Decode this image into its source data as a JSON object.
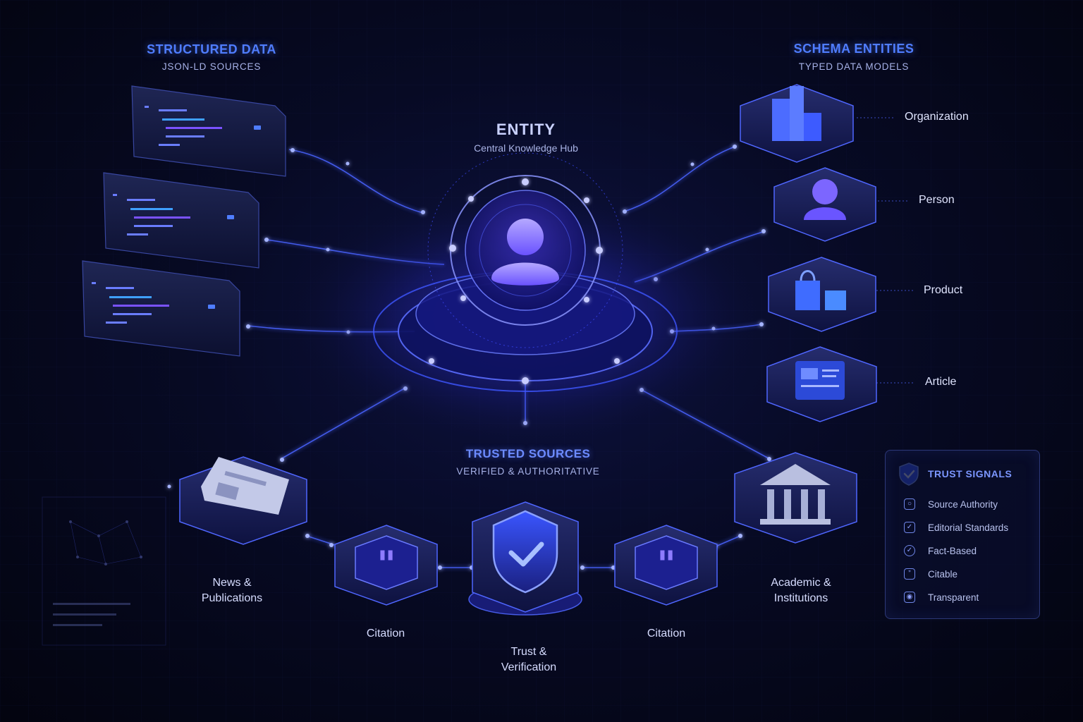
{
  "structured_data": {
    "title": "STRUCTURED DATA",
    "subtitle": "JSON-LD SOURCES"
  },
  "schema_entities": {
    "title": "SCHEMA ENTITIES",
    "subtitle": "TYPED DATA MODELS",
    "items": [
      {
        "label": "Organization",
        "icon": "building-icon"
      },
      {
        "label": "Person",
        "icon": "person-icon"
      },
      {
        "label": "Product",
        "icon": "shopping-bag-icon"
      },
      {
        "label": "Article",
        "icon": "article-icon"
      }
    ]
  },
  "hub": {
    "title": "ENTITY",
    "subtitle": "Central Knowledge Hub",
    "icon": "user-icon"
  },
  "trusted_sources": {
    "title": "TRUSTED SOURCES",
    "subtitle": "VERIFIED & AUTHORITATIVE",
    "nodes": [
      {
        "label_line1": "News &",
        "label_line2": "Publications",
        "icon": "newspaper-icon"
      },
      {
        "label_line1": "Citation",
        "label_line2": "",
        "icon": "quote-icon"
      },
      {
        "label_line1": "Trust &",
        "label_line2": "Verification",
        "icon": "shield-check-icon"
      },
      {
        "label_line1": "Citation",
        "label_line2": "",
        "icon": "quote-icon"
      },
      {
        "label_line1": "Academic &",
        "label_line2": "Institutions",
        "icon": "institution-icon"
      }
    ]
  },
  "trust_signals": {
    "title": "TRUST SIGNALS",
    "items": [
      {
        "label": "Source Authority",
        "icon": "badge-icon"
      },
      {
        "label": "Editorial Standards",
        "icon": "checklist-icon"
      },
      {
        "label": "Fact-Based",
        "icon": "check-circle-icon"
      },
      {
        "label": "Citable",
        "icon": "quote-box-icon"
      },
      {
        "label": "Transparent",
        "icon": "eye-icon"
      }
    ]
  },
  "colors": {
    "accent": "#4f7dff",
    "glow": "#5b6cff",
    "node": "#8fa4ff",
    "background": "#03040f"
  }
}
